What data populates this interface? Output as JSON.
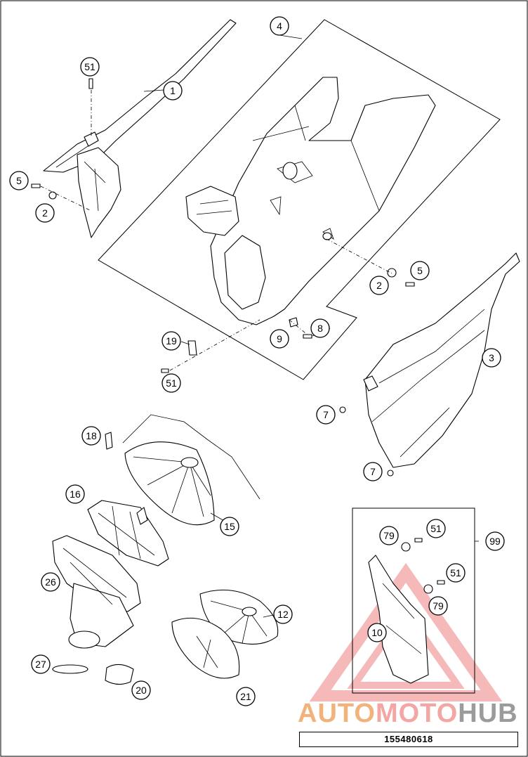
{
  "callouts": [
    {
      "key": "c51a",
      "label": "51"
    },
    {
      "key": "c1",
      "label": "1"
    },
    {
      "key": "c4",
      "label": "4"
    },
    {
      "key": "c5a",
      "label": "5"
    },
    {
      "key": "c2a",
      "label": "2"
    },
    {
      "key": "c5b",
      "label": "5"
    },
    {
      "key": "c2b",
      "label": "2"
    },
    {
      "key": "c8",
      "label": "8"
    },
    {
      "key": "c9",
      "label": "9"
    },
    {
      "key": "c19",
      "label": "19"
    },
    {
      "key": "c51b",
      "label": "51"
    },
    {
      "key": "c3",
      "label": "3"
    },
    {
      "key": "c7a",
      "label": "7"
    },
    {
      "key": "c7b",
      "label": "7"
    },
    {
      "key": "c18",
      "label": "18"
    },
    {
      "key": "c16",
      "label": "16"
    },
    {
      "key": "c15",
      "label": "15"
    },
    {
      "key": "c26",
      "label": "26"
    },
    {
      "key": "c12",
      "label": "12"
    },
    {
      "key": "c27",
      "label": "27"
    },
    {
      "key": "c20",
      "label": "20"
    },
    {
      "key": "c21",
      "label": "21"
    },
    {
      "key": "c79a",
      "label": "79"
    },
    {
      "key": "c51c",
      "label": "51"
    },
    {
      "key": "c51d",
      "label": "51"
    },
    {
      "key": "c79b",
      "label": "79"
    },
    {
      "key": "c10",
      "label": "10"
    },
    {
      "key": "c99",
      "label": "99"
    }
  ],
  "part_number": "155480618",
  "watermark": {
    "part1": "AUTO",
    "part2": "MOTO",
    "part3": "HUB",
    "triangle_color": "#f08080"
  }
}
